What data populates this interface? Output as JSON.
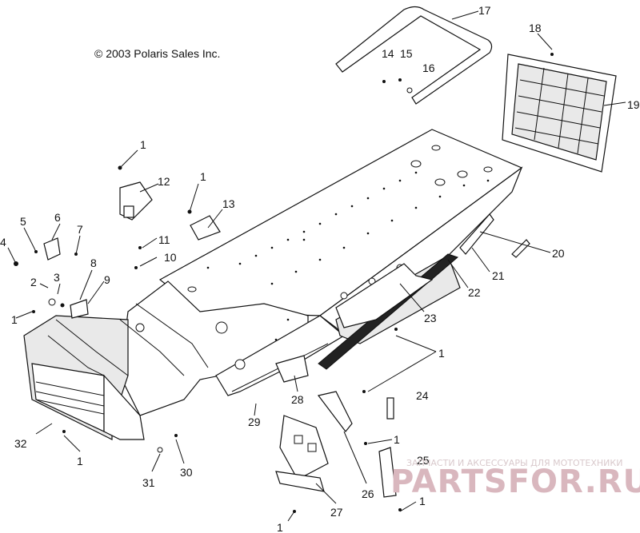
{
  "copyright": "© 2003 Polaris Sales Inc.",
  "watermark": {
    "caption": "ЗАПЧАСТИ И АКСЕССУАРЫ ДЛЯ МОТОТЕХНИКИ",
    "brand": "PARTSFOR.RU",
    "color": "#d9b7be"
  },
  "callouts": {
    "c1a": "1",
    "c1b": "1",
    "c1c": "1",
    "c1d": "1",
    "c1e": "1",
    "c1f": "1",
    "c1g": "1",
    "c1h": "1",
    "c2": "2",
    "c3": "3",
    "c4": "4",
    "c5": "5",
    "c6": "6",
    "c7": "7",
    "c8": "8",
    "c9": "9",
    "c10": "10",
    "c11": "11",
    "c12": "12",
    "c13": "13",
    "c14": "14",
    "c15": "15",
    "c16": "16",
    "c17": "17",
    "c18": "18",
    "c19": "19",
    "c20": "20",
    "c21": "21",
    "c22": "22",
    "c23": "23",
    "c24": "24",
    "c25": "25",
    "c26": "26",
    "c27": "27",
    "c28": "28",
    "c29": "29",
    "c30": "30",
    "c31": "31",
    "c32": "32"
  }
}
